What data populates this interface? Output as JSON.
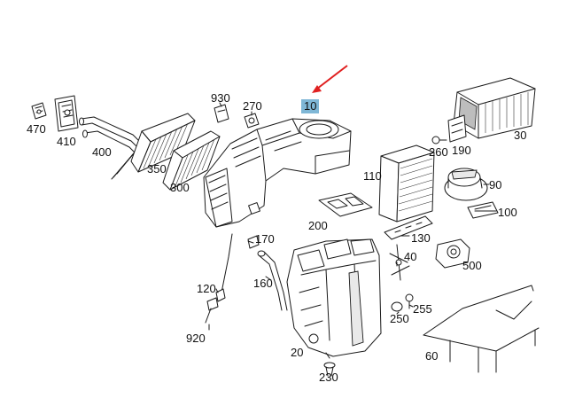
{
  "diagram": {
    "highlight_color": "#7fb7d6",
    "arrow_color": "#e02020",
    "parts": [
      {
        "id": "p470",
        "label": "470"
      },
      {
        "id": "p410",
        "label": "410"
      },
      {
        "id": "p400",
        "label": "400"
      },
      {
        "id": "p350",
        "label": "350"
      },
      {
        "id": "p300",
        "label": "300"
      },
      {
        "id": "p930",
        "label": "930"
      },
      {
        "id": "p270",
        "label": "270"
      },
      {
        "id": "p10",
        "label": "10"
      },
      {
        "id": "p30",
        "label": "30"
      },
      {
        "id": "p260",
        "label": "260"
      },
      {
        "id": "p190",
        "label": "190"
      },
      {
        "id": "p110",
        "label": "110"
      },
      {
        "id": "p90",
        "label": "90"
      },
      {
        "id": "p100",
        "label": "100"
      },
      {
        "id": "p200",
        "label": "200"
      },
      {
        "id": "p170",
        "label": "170"
      },
      {
        "id": "p130",
        "label": "130"
      },
      {
        "id": "p40",
        "label": "40"
      },
      {
        "id": "p500",
        "label": "500"
      },
      {
        "id": "p160",
        "label": "160"
      },
      {
        "id": "p120",
        "label": "120"
      },
      {
        "id": "p250",
        "label": "250"
      },
      {
        "id": "p255",
        "label": "255"
      },
      {
        "id": "p920",
        "label": "920"
      },
      {
        "id": "p20",
        "label": "20"
      },
      {
        "id": "p60",
        "label": "60"
      },
      {
        "id": "p230",
        "label": "230"
      }
    ]
  }
}
